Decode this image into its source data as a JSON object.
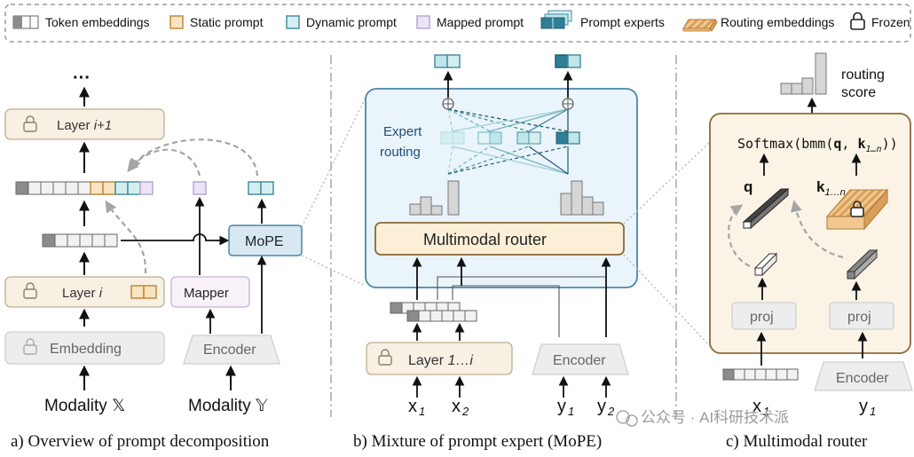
{
  "legend": {
    "token_embeddings": "Token embeddings",
    "static_prompt": "Static prompt",
    "dynamic_prompt": "Dynamic prompt",
    "mapped_prompt": "Mapped prompt",
    "prompt_experts": "Prompt experts",
    "routing_embeddings": "Routing embeddings",
    "frozen": "Frozen"
  },
  "panel_a": {
    "ellipsis": "···",
    "layer_top_prefix": "Layer ",
    "layer_top_index": "i+1",
    "layer_mid_prefix": "Layer ",
    "layer_mid_index": "i",
    "embedding": "Embedding",
    "mapper": "Mapper",
    "encoder": "Encoder",
    "mope": "MoPE",
    "modality_x": "Modality 𝕏",
    "modality_y": "Modality 𝕐",
    "caption": "a) Overview of prompt decomposition"
  },
  "panel_b": {
    "expert_routing_line1": "Expert",
    "expert_routing_line2": "routing",
    "router": "Multimodal router",
    "layer_prefix": "Layer ",
    "layer_index": "1…i",
    "encoder": "Encoder",
    "x1": "x",
    "x1_sub": "1",
    "x2": "x",
    "x2_sub": "2",
    "y1": "y",
    "y1_sub": "1",
    "y2": "y",
    "y2_sub": "2",
    "caption": "b) Mixture of prompt expert (MoPE)"
  },
  "panel_c": {
    "routing_score_line1": "routing",
    "routing_score_line2": "score",
    "softmax_prefix": "Softmax(bmm(",
    "softmax_q": "q",
    "softmax_sep": ", ",
    "softmax_k": "k",
    "softmax_k_sub": "1…n",
    "softmax_suffix": "))",
    "q_label": "q",
    "k_label": "k",
    "k_sub": "1…n",
    "proj_left": "proj",
    "proj_right": "proj",
    "encoder": "Encoder",
    "x1": "x",
    "x1_sub": "1",
    "y1": "y",
    "y1_sub": "1",
    "caption": "c) Multimodal router"
  },
  "watermark": "公众号 · AI科研技术派",
  "colors": {
    "static_prompt": "#c08a3e",
    "dynamic_prompt": "#4a8fa0",
    "mapped_prompt": "#b8a8d0",
    "token_gray": "#8c8c8c",
    "layer_fill": "#f7f0e3",
    "layer_border": "#bfae91",
    "mope_fill": "#d7e8f3",
    "mope_border": "#4a86a8",
    "router_fill": "#fbefd7",
    "router_border": "#8a6a3a"
  }
}
